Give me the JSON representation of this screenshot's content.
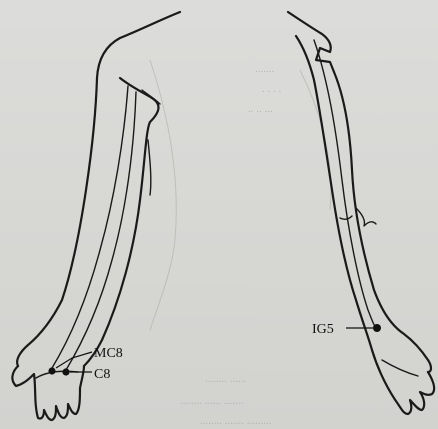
{
  "points": {
    "mc8": {
      "label": "MC8"
    },
    "c8": {
      "label": "C8"
    },
    "ig5": {
      "label": "IG5"
    }
  }
}
